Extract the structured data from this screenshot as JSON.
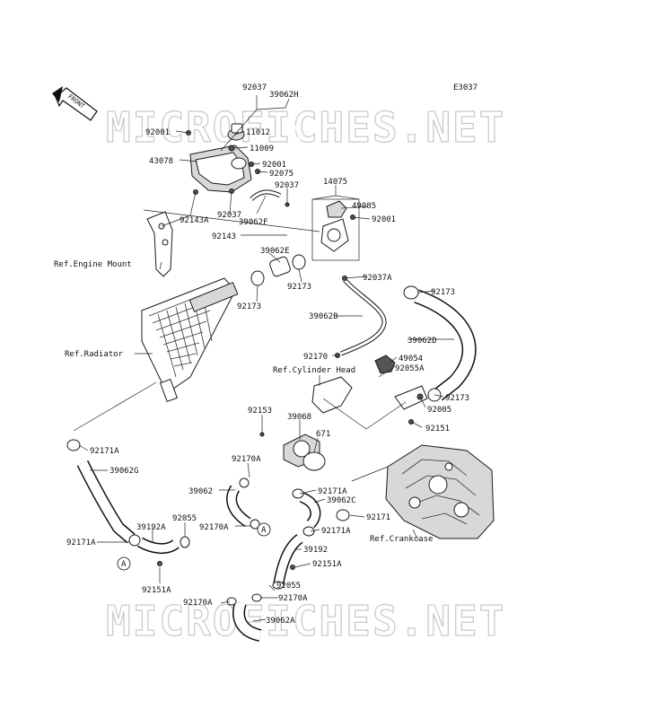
{
  "diagram_code": "E3037",
  "front_label": "FRONT",
  "watermark": "MICROFICHES.NET",
  "refs": {
    "engine_mount": "Ref.Engine Mount",
    "radiator": "Ref.Radiator",
    "cylinder_head": "Ref.Cylinder Head",
    "crankcase": "Ref.Crankcase"
  },
  "callout_a": "A",
  "parts": [
    {
      "id": "p92037_top",
      "label": "92037"
    },
    {
      "id": "p39062H",
      "label": "39062H"
    },
    {
      "id": "p92001_l",
      "label": "92001"
    },
    {
      "id": "p11012",
      "label": "11012"
    },
    {
      "id": "p11009",
      "label": "11009"
    },
    {
      "id": "p43078",
      "label": "43078"
    },
    {
      "id": "p92001_m",
      "label": "92001"
    },
    {
      "id": "p92075",
      "label": "92075"
    },
    {
      "id": "p92037_m",
      "label": "92037"
    },
    {
      "id": "p14075",
      "label": "14075"
    },
    {
      "id": "p49085",
      "label": "49085"
    },
    {
      "id": "p92001_r",
      "label": "92001"
    },
    {
      "id": "p92143A",
      "label": "92143A"
    },
    {
      "id": "p92037_l",
      "label": "92037"
    },
    {
      "id": "p39062F",
      "label": "39062F"
    },
    {
      "id": "p92143",
      "label": "92143"
    },
    {
      "id": "p39062E",
      "label": "39062E"
    },
    {
      "id": "p92173_a",
      "label": "92173"
    },
    {
      "id": "p92037A",
      "label": "92037A"
    },
    {
      "id": "p92173_b",
      "label": "92173"
    },
    {
      "id": "p92173_c",
      "label": "92173"
    },
    {
      "id": "p39062B",
      "label": "39062B"
    },
    {
      "id": "p39062D",
      "label": "39062D"
    },
    {
      "id": "p92170_a",
      "label": "92170"
    },
    {
      "id": "p49054",
      "label": "49054"
    },
    {
      "id": "p92055A",
      "label": "92055A"
    },
    {
      "id": "p92173_d",
      "label": "92173"
    },
    {
      "id": "p92005",
      "label": "92005"
    },
    {
      "id": "p92153",
      "label": "92153"
    },
    {
      "id": "p39068",
      "label": "39068"
    },
    {
      "id": "p92151",
      "label": "92151"
    },
    {
      "id": "p671",
      "label": "671"
    },
    {
      "id": "p92171A_a",
      "label": "92171A"
    },
    {
      "id": "p39062G",
      "label": "39062G"
    },
    {
      "id": "p92170A_a",
      "label": "92170A"
    },
    {
      "id": "p39062",
      "label": "39062"
    },
    {
      "id": "p92171A_b",
      "label": "92171A"
    },
    {
      "id": "p39062C",
      "label": "39062C"
    },
    {
      "id": "p92170A_b",
      "label": "92170A"
    },
    {
      "id": "p92055_a",
      "label": "92055"
    },
    {
      "id": "p39192A",
      "label": "39192A"
    },
    {
      "id": "p92171",
      "label": "92171"
    },
    {
      "id": "p92171A_c",
      "label": "92171A"
    },
    {
      "id": "p92171A_d",
      "label": "92171A"
    },
    {
      "id": "p39192",
      "label": "39192"
    },
    {
      "id": "p92151A_a",
      "label": "92151A"
    },
    {
      "id": "p92151A_b",
      "label": "92151A"
    },
    {
      "id": "p92055_b",
      "label": "92055"
    },
    {
      "id": "p92170A_c",
      "label": "92170A"
    },
    {
      "id": "p92170A_d",
      "label": "92170A"
    },
    {
      "id": "p39062A",
      "label": "39062A"
    }
  ]
}
